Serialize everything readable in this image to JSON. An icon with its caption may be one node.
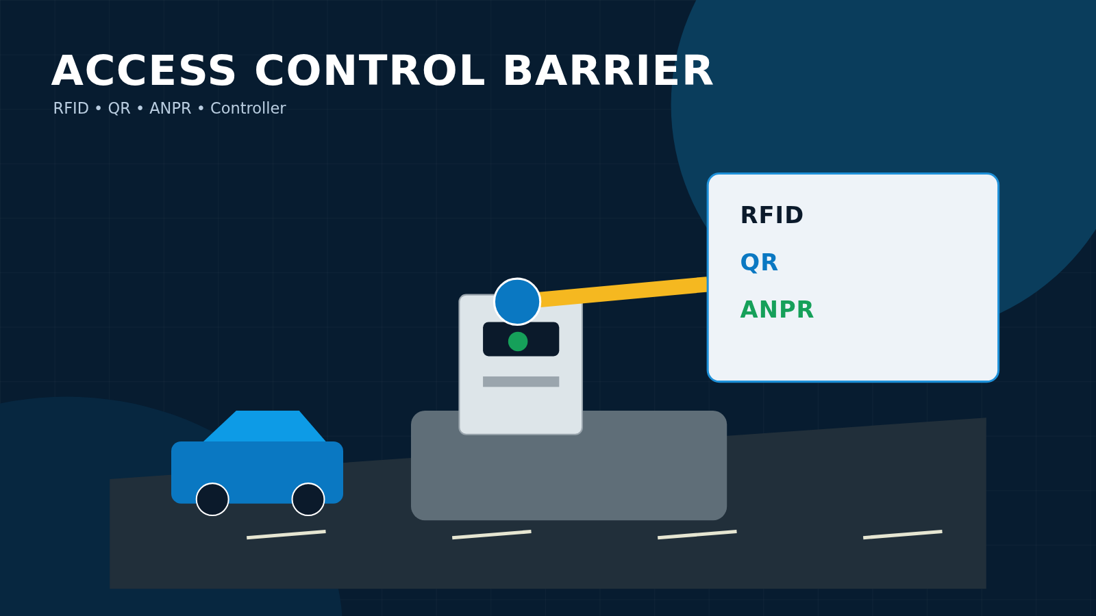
{
  "diagram": {
    "title": "ACCESS CONTROL BARRIER",
    "nodes": [
      {
        "text": [
          "RFID",
          "QR",
          "ANPR"
        ]
      }
    ],
    "labels": [
      "RFID • QR • ANPR • Controller"
    ]
  }
}
